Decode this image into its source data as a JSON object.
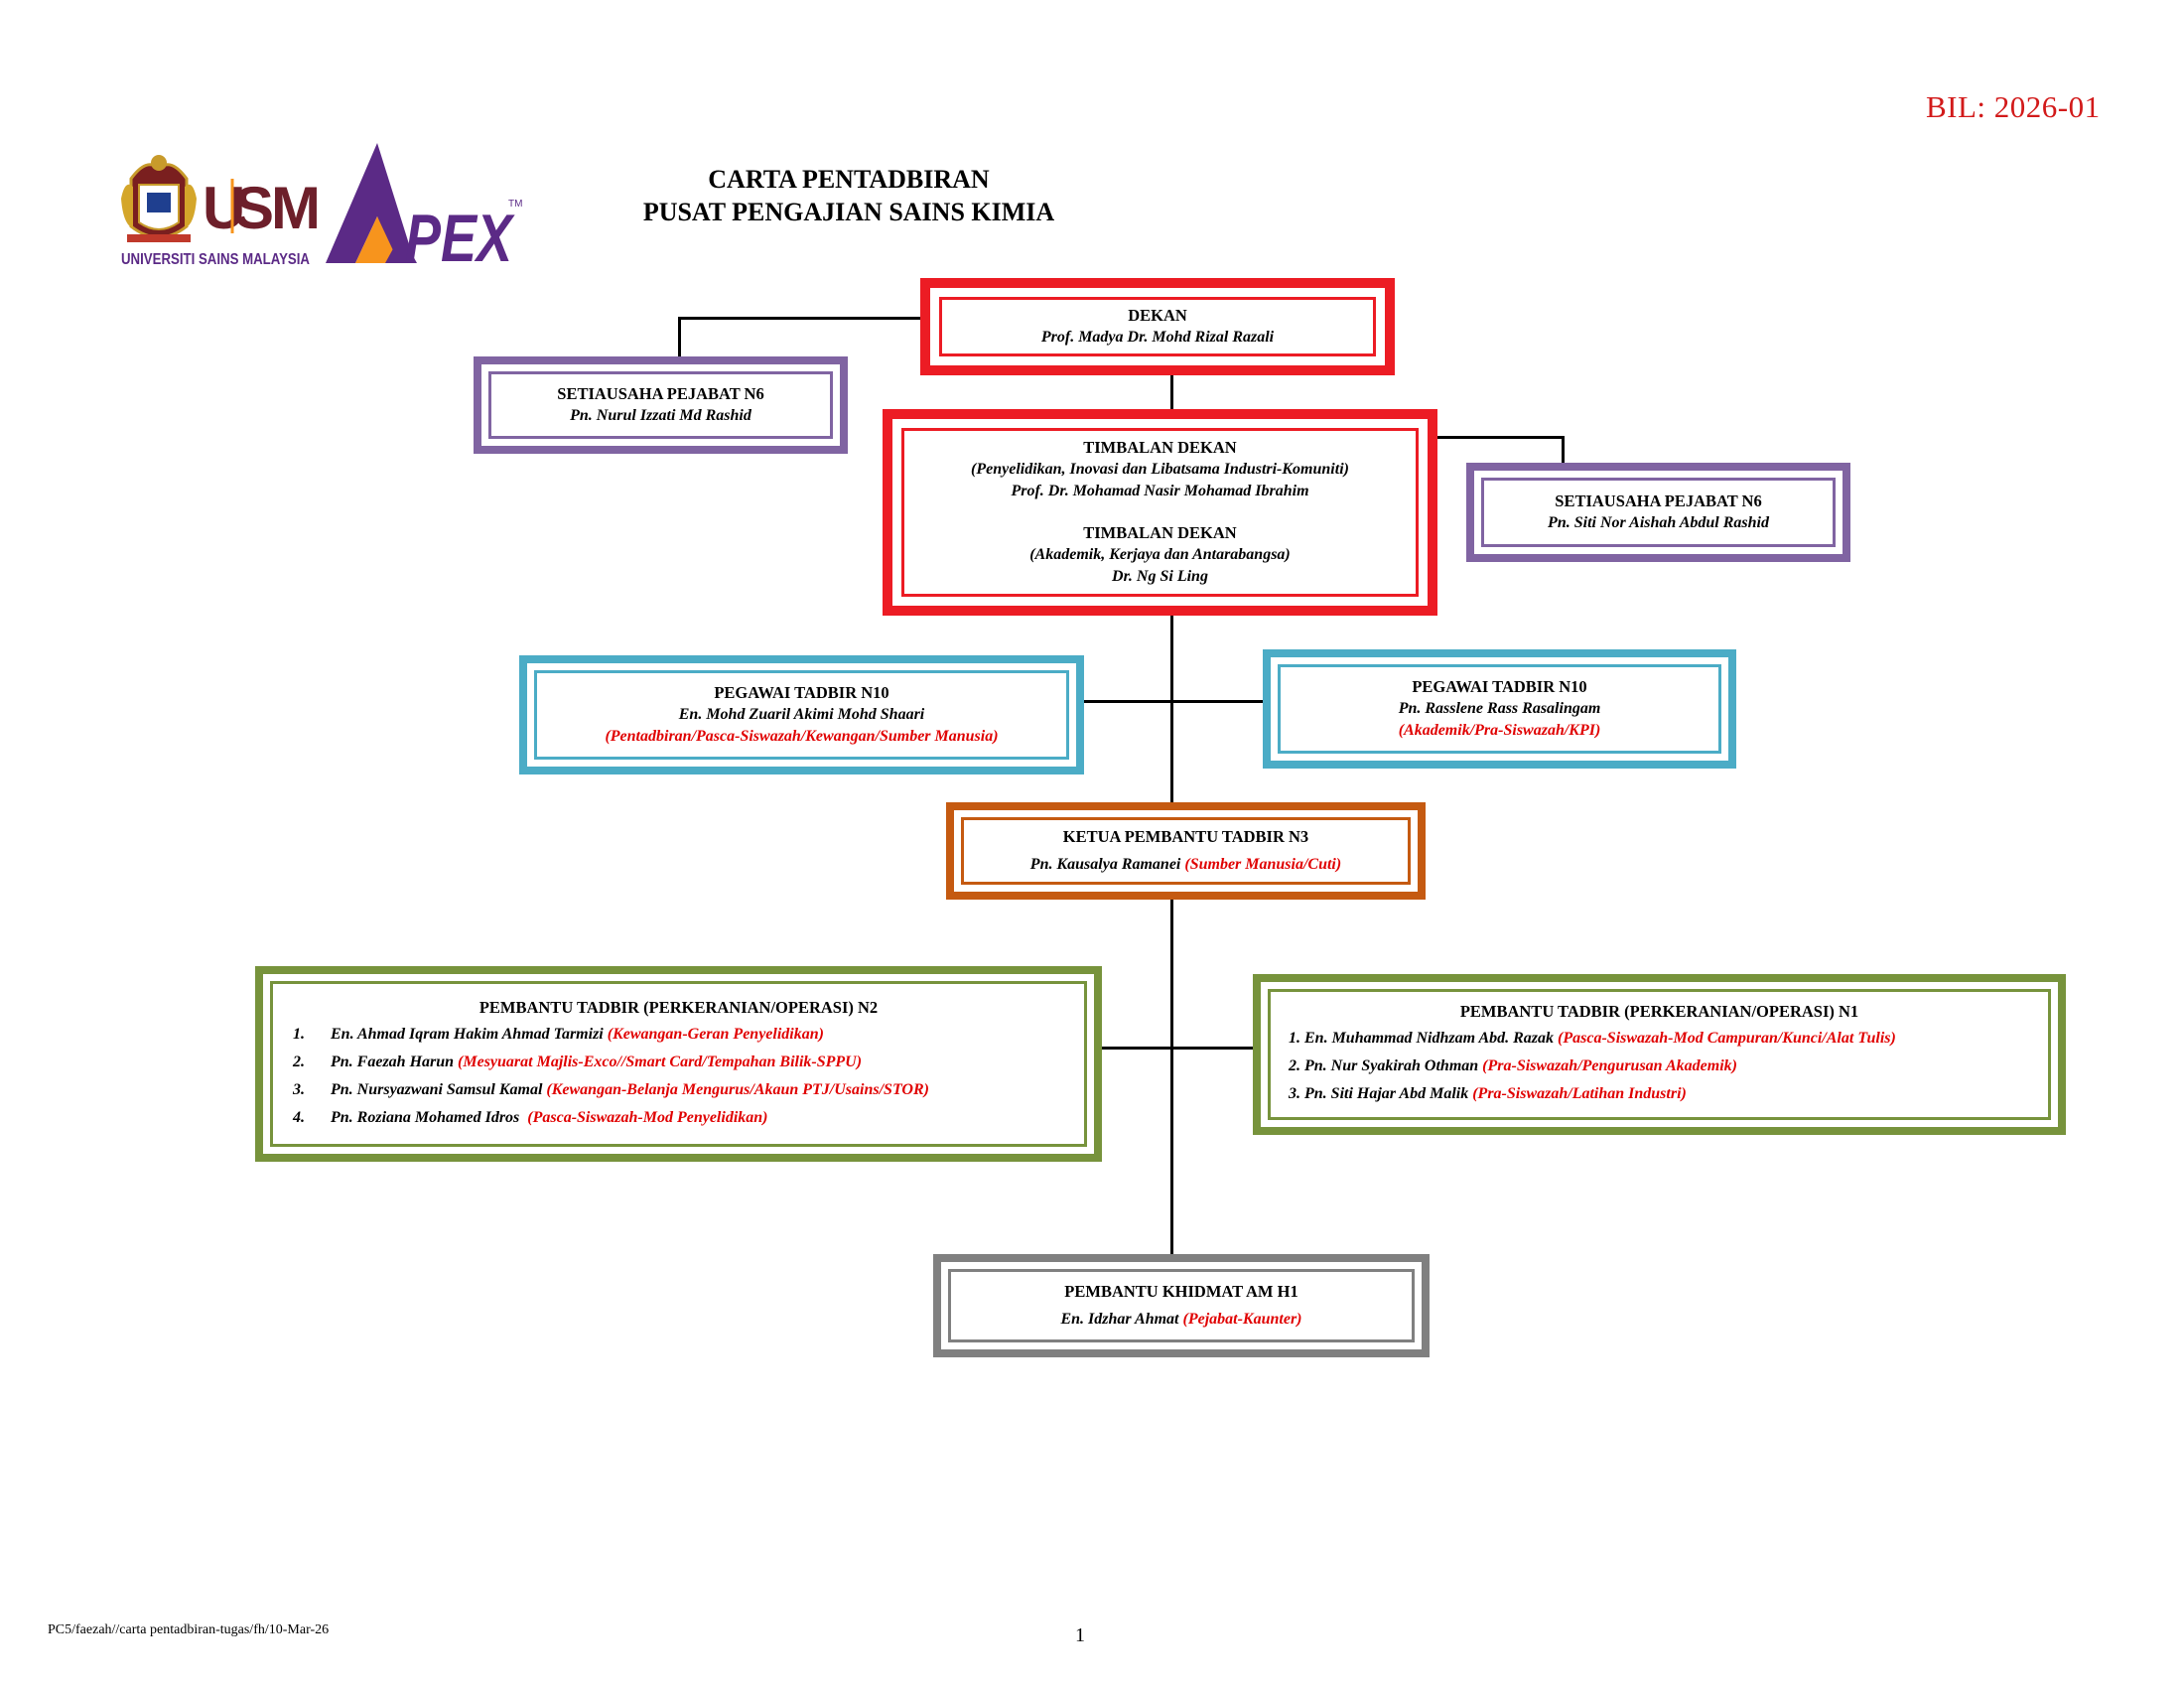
{
  "document": {
    "reference": "BIL: 2026-01",
    "title_line1": "CARTA PENTADBIRAN",
    "title_line2": "PUSAT PENGAJIAN SAINS KIMIA",
    "footer_path": "PC5/faezah//carta pentadbiran-tugas/fh/10-Mar-26",
    "page_number": "1"
  },
  "logo": {
    "usm_text": "USM",
    "university_name": "UNIVERSITI SAINS MALAYSIA",
    "apex_text": "APEX",
    "trademark": "TM"
  },
  "dean": {
    "title": "DEKAN",
    "name": "Prof. Madya Dr. Mohd Rizal Razali"
  },
  "secretary_left": {
    "title": "SETIAUSAHA PEJABAT N6",
    "name": "Pn. Nurul Izzati Md Rashid"
  },
  "deputy_deans": {
    "title1": "TIMBALAN DEKAN",
    "portfolio1": "(Penyelidikan, Inovasi dan Libatsama Industri-Komuniti)",
    "name1": "Prof. Dr. Mohamad Nasir Mohamad Ibrahim",
    "title2": "TIMBALAN  DEKAN",
    "portfolio2": "(Akademik, Kerjaya dan Antarabangsa)",
    "name2": "Dr. Ng Si Ling"
  },
  "secretary_right": {
    "title": "SETIAUSAHA PEJABAT N6",
    "name": "Pn. Siti Nor Aishah Abdul Rashid"
  },
  "admin_officer_left": {
    "title": "PEGAWAI TADBIR N10",
    "name": "En. Mohd Zuaril Akimi Mohd Shaari",
    "duty": "(Pentadbiran/Pasca-Siswazah/Kewangan/Sumber Manusia)"
  },
  "admin_officer_right": {
    "title": "PEGAWAI TADBIR N10",
    "name": "Pn. Rasslene Rass Rasalingam",
    "duty": "(Akademik/Pra-Siswazah/KPI)"
  },
  "chief_assistant": {
    "title": "KETUA PEMBANTU TADBIR N3",
    "name": "Pn. Kausalya Ramanei",
    "duty": "(Sumber Manusia/Cuti)"
  },
  "assistants_n2": {
    "title": "PEMBANTU TADBIR (PERKERANIAN/OPERASI) N2",
    "items": [
      {
        "num": "1.",
        "name": "En. Ahmad Iqram Hakim Ahmad Tarmizi",
        "duty": "(Kewangan-Geran Penyelidikan)"
      },
      {
        "num": "2.",
        "name": "Pn. Faezah Harun",
        "duty": "(Mesyuarat Majlis-Exco//Smart Card/Tempahan Bilik-SPPU)"
      },
      {
        "num": "3.",
        "name": "Pn. Nursyazwani Samsul Kamal",
        "duty": "(Kewangan-Belanja Mengurus/Akaun PTJ/Usains/STOR)"
      },
      {
        "num": "4.",
        "name": "Pn. Roziana Mohamed Idros",
        "duty": "(Pasca-Siswazah-Mod Penyelidikan)"
      }
    ]
  },
  "assistants_n1": {
    "title": "PEMBANTU TADBIR (PERKERANIAN/OPERASI) N1",
    "items": [
      {
        "num": "1.",
        "name": "En. Muhammad Nidhzam Abd. Razak",
        "duty": "(Pasca-Siswazah-Mod Campuran/Kunci/Alat Tulis)"
      },
      {
        "num": "2.",
        "name": "Pn. Nur Syakirah Othman",
        "duty": "(Pra-Siswazah/Pengurusan Akademik)"
      },
      {
        "num": "3.",
        "name": "Pn. Siti Hajar Abd Malik",
        "duty": "(Pra-Siswazah/Latihan Industri)"
      }
    ]
  },
  "general_assistant": {
    "title": "PEMBANTU KHIDMAT AM H1",
    "name": "En. Idzhar Ahmat",
    "duty": "(Pejabat-Kaunter)"
  },
  "colors": {
    "red": "#ec1c24",
    "purple": "#8064a2",
    "blue": "#4bacc6",
    "orange": "#c55a11",
    "green": "#77933c",
    "gray": "#808080",
    "duty_text": "#e00000",
    "apex_purple": "#5b2a86",
    "apex_orange": "#f7941d"
  }
}
